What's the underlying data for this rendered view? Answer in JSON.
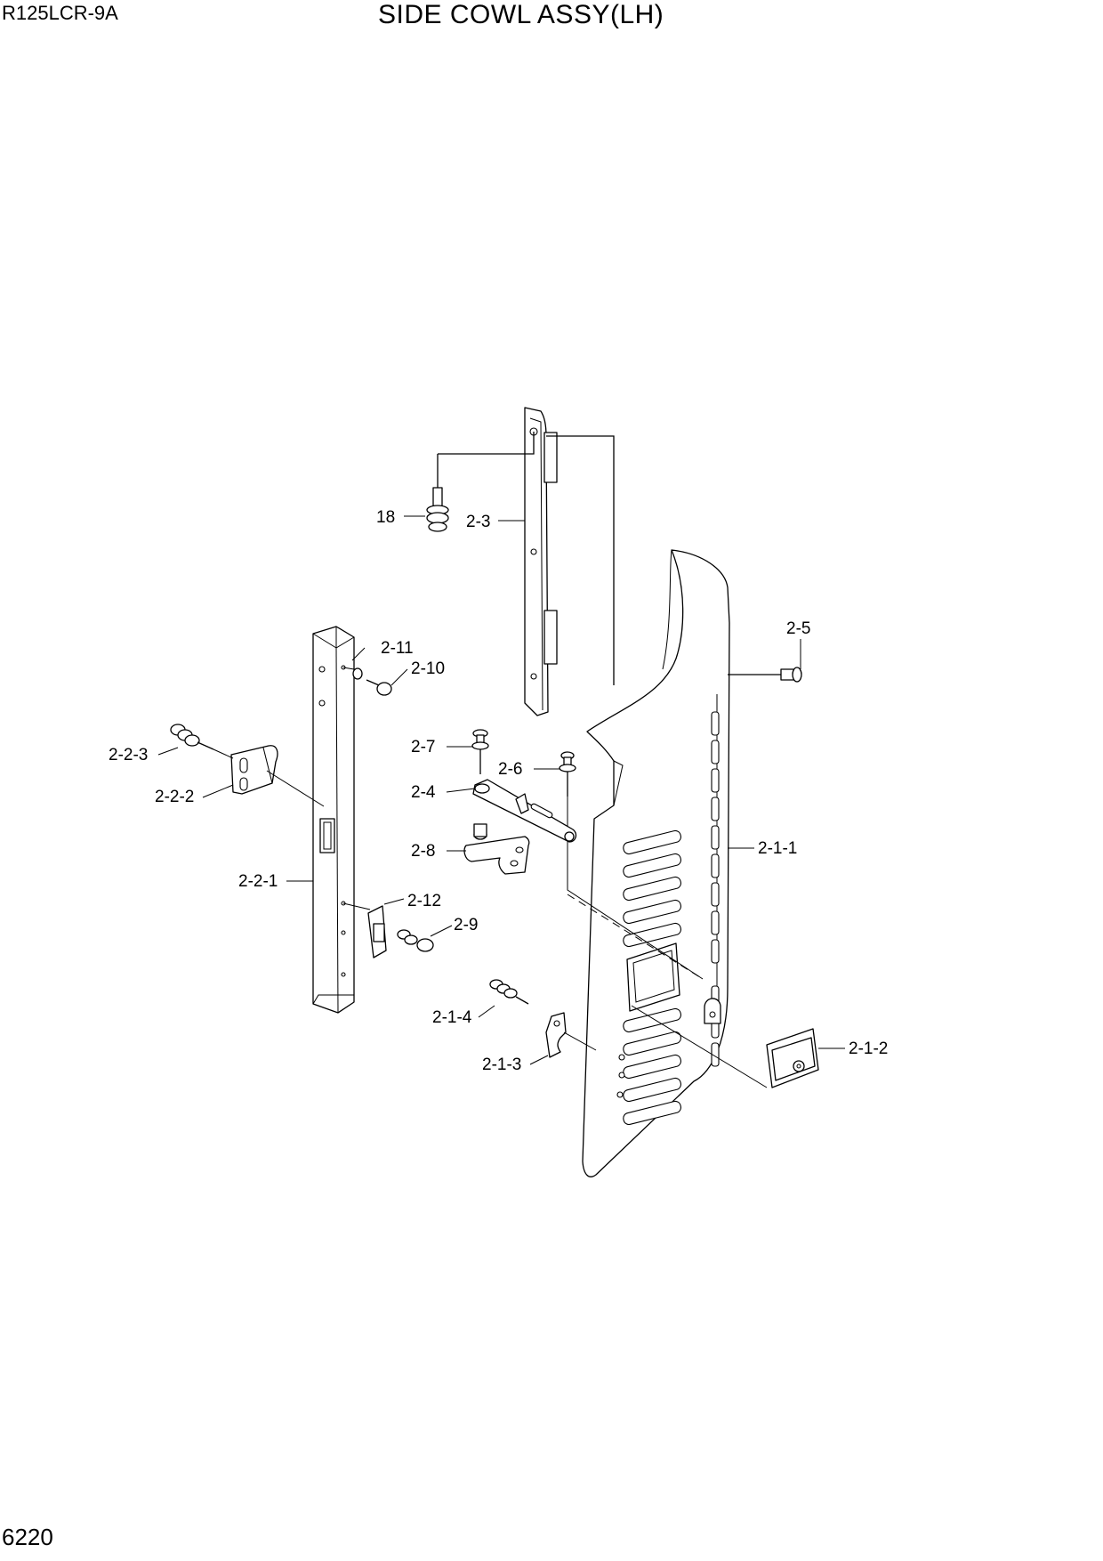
{
  "header": {
    "model": "R125LCR-9A",
    "title": "SIDE COWL ASSY(LH)"
  },
  "footer": {
    "page_number": "6220"
  },
  "callouts": [
    {
      "id": "18",
      "text": "18"
    },
    {
      "id": "2-3",
      "text": "2-3"
    },
    {
      "id": "2-5",
      "text": "2-5"
    },
    {
      "id": "2-11",
      "text": "2-11"
    },
    {
      "id": "2-10",
      "text": "2-10"
    },
    {
      "id": "2-7",
      "text": "2-7"
    },
    {
      "id": "2-6",
      "text": "2-6"
    },
    {
      "id": "2-2-3",
      "text": "2-2-3"
    },
    {
      "id": "2-4",
      "text": "2-4"
    },
    {
      "id": "2-2-2",
      "text": "2-2-2"
    },
    {
      "id": "2-8",
      "text": "2-8"
    },
    {
      "id": "2-1-1",
      "text": "2-1-1"
    },
    {
      "id": "2-2-1",
      "text": "2-2-1"
    },
    {
      "id": "2-12",
      "text": "2-12"
    },
    {
      "id": "2-9",
      "text": "2-9"
    },
    {
      "id": "2-1-4",
      "text": "2-1-4"
    },
    {
      "id": "2-1-2",
      "text": "2-1-2"
    },
    {
      "id": "2-1-3",
      "text": "2-1-3"
    }
  ]
}
